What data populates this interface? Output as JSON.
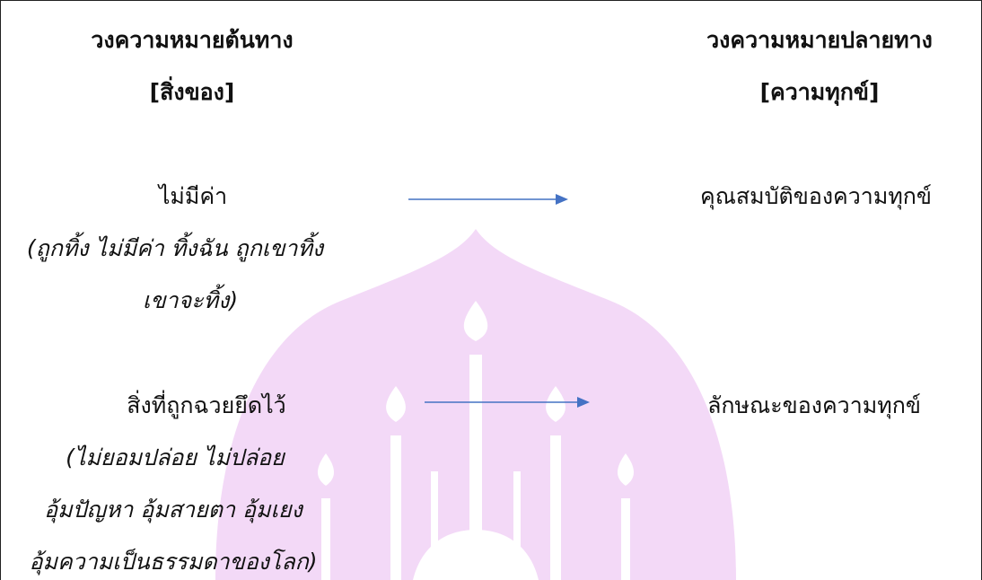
{
  "left_heading": {
    "title": "วงความหมายต้นทาง",
    "subtitle": "[สิ่งของ]"
  },
  "right_heading": {
    "title": "วงความหมายปลายทาง",
    "subtitle": "[ความทุกข์]"
  },
  "rows": [
    {
      "source": "ไม่มีค่า",
      "source_examples": [
        "(ถูกทิ้ง ไม่มีค่า ทิ้งฉัน ถูกเขาทิ้ง",
        "เขาจะทิ้ง)"
      ],
      "target": "คุณสมบัติของความทุกข์"
    },
    {
      "source": "สิ่งที่ถูกฉวยยึดไว้",
      "source_examples": [
        "(ไม่ยอมปล่อย ไม่ปล่อย",
        "อุ้มปัญหา อุ้มสายตา อุ้มเยง",
        "อุ้มความเป็นธรรมดาของโลก)"
      ],
      "target": "ลักษณะของความทุกข์"
    }
  ],
  "colors": {
    "arrow": "#4472C4",
    "watermark": "#F3D9F7",
    "border": "#222222"
  }
}
